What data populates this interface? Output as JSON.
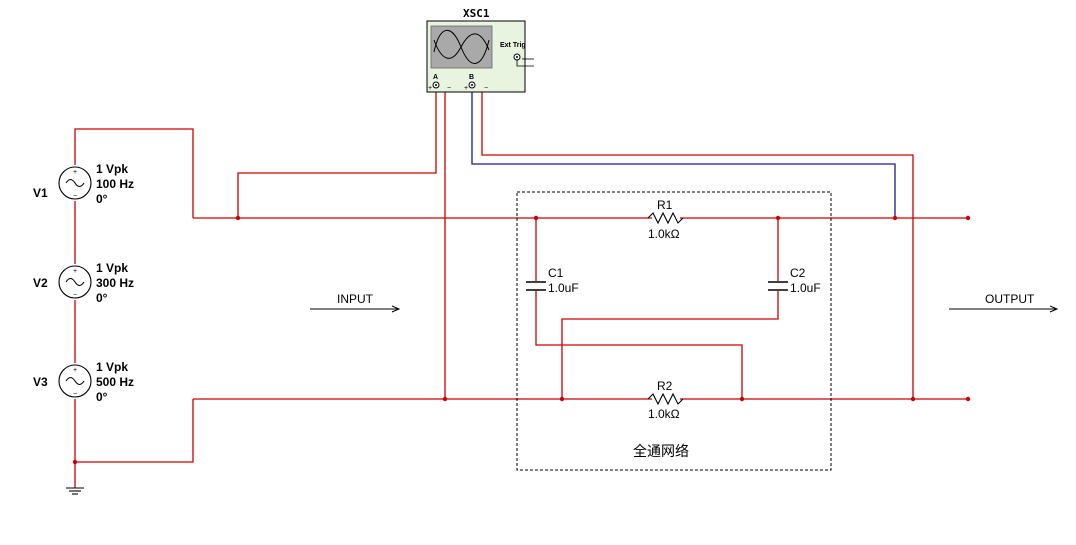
{
  "oscilloscope": {
    "name": "XSC1",
    "ext_trig_label": "Ext Trig",
    "channel_a_label": "A",
    "channel_b_label": "B",
    "minus_label": "−",
    "plus_label": "+"
  },
  "sources": [
    {
      "name": "V1",
      "amplitude": "1 Vpk",
      "frequency": "100 Hz",
      "phase": "0°"
    },
    {
      "name": "V2",
      "amplitude": "1 Vpk",
      "frequency": "300 Hz",
      "phase": "0°"
    },
    {
      "name": "V3",
      "amplitude": "1 Vpk",
      "frequency": "500 Hz",
      "phase": "0°"
    }
  ],
  "resistors": [
    {
      "name": "R1",
      "value": "1.0kΩ"
    },
    {
      "name": "R2",
      "value": "1.0kΩ"
    }
  ],
  "capacitors": [
    {
      "name": "C1",
      "value": "1.0uF"
    },
    {
      "name": "C2",
      "value": "1.0uF"
    }
  ],
  "labels": {
    "input": "INPUT",
    "output": "OUTPUT",
    "network": "全通网络"
  },
  "colors": {
    "wire_red": "#cc0000",
    "wire_blue": "#1a1a99",
    "component": "#000000",
    "scope_body": "#e8f4e0",
    "scope_screen": "#a9a9a9"
  }
}
